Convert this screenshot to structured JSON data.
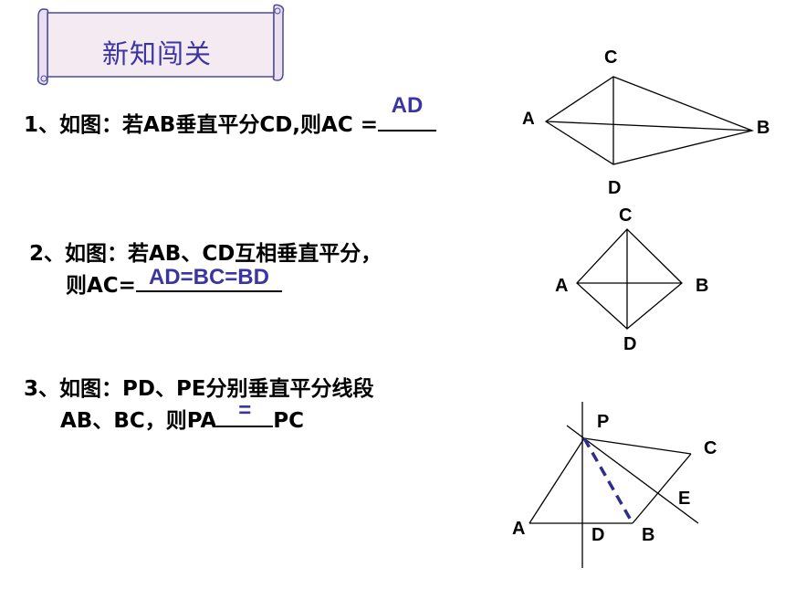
{
  "banner": {
    "title": "新知闯关"
  },
  "questions": [
    {
      "prefix": "1、如图：若AB垂直平分CD,则AC =",
      "answer": "AD"
    },
    {
      "line1": "2、如图：若AB、CD互相垂直平分，",
      "prefix": "则AC=",
      "answer": "AD=BC=BD"
    },
    {
      "line1": "3、如图：PD、PE分别垂直平分线段",
      "prefix": "AB、BC，则PA",
      "answer": "=",
      "suffix": "PC"
    }
  ],
  "figure1": {
    "labels": {
      "A": "A",
      "B": "B",
      "C": "C",
      "D": "D"
    }
  },
  "figure2": {
    "labels": {
      "A": "A",
      "B": "B",
      "C": "C",
      "D": "D"
    }
  },
  "figure3": {
    "labels": {
      "P": "P",
      "C": "C",
      "E": "E",
      "A": "A",
      "D": "D",
      "B": "B"
    }
  },
  "colors": {
    "accent": "#3a35a0",
    "line": "#000000",
    "dashed": "#2e2e8a"
  }
}
